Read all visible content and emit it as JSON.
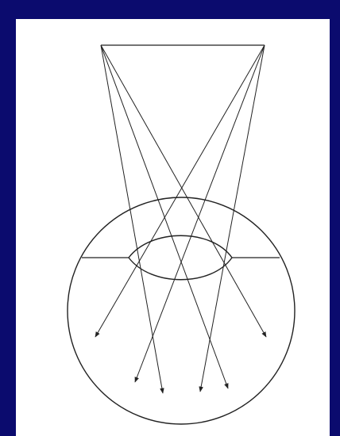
{
  "colors": {
    "frame": "#0b0b6e",
    "panel": "#ffffff",
    "stroke": "#222222"
  },
  "diagram": {
    "components": [
      "object-line",
      "eyeball",
      "lens",
      "ray-bundle"
    ],
    "ray_count": 6,
    "arrowheads": true
  }
}
